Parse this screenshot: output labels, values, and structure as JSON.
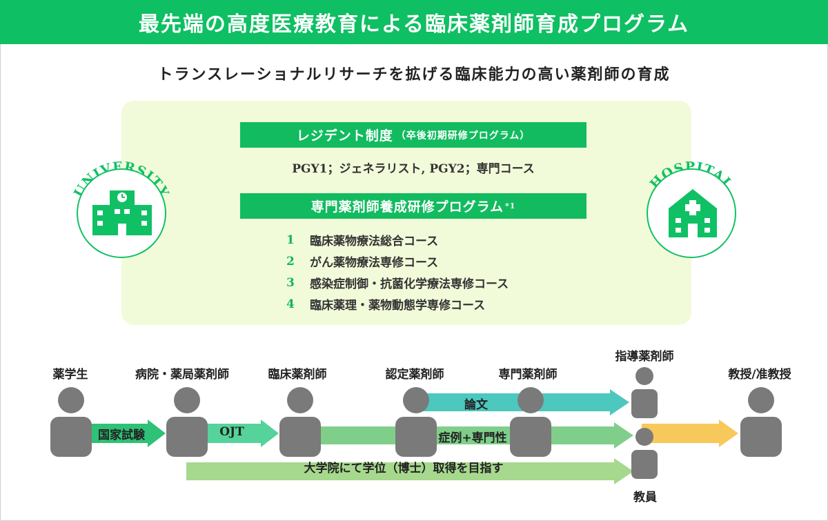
{
  "header": {
    "title": "最先端の高度医療教育による臨床薬剤師育成プログラム",
    "subtitle": "トランスレーショナルリサーチを拡げる臨床能力の高い薬剤師の育成"
  },
  "colors": {
    "brand_green": "#0fbf63",
    "panel_bg": "#f2fbd9",
    "person_gray": "#7a7a7a",
    "arrow_green": "#7fcf8a",
    "arrow_teal": "#4cc8bf",
    "arrow_mint": "#55d39a",
    "arrow_light_green": "#a6d98d",
    "arrow_yellow": "#f7c85a"
  },
  "resident": {
    "label": "レジデント制度",
    "label_note": "（卒後初期研修プログラム）",
    "text": "PGY1；ジェネラリスト, PGY2；専門コース"
  },
  "program": {
    "label": "専門薬剤師養成研修プログラム",
    "footnote": "*1",
    "courses": [
      {
        "num": "1",
        "name": "臨床薬物療法総合コース"
      },
      {
        "num": "2",
        "name": "がん薬物療法専修コース"
      },
      {
        "num": "3",
        "name": "感染症制御・抗菌化学療法専修コース"
      },
      {
        "num": "4",
        "name": "臨床薬理・薬物動態学専修コース"
      }
    ]
  },
  "university": {
    "label": "UNIVERSITY",
    "icon": "university-building-icon"
  },
  "hospital": {
    "label": "HOSPITAL",
    "icon": "hospital-building-icon"
  },
  "roles": {
    "student": "薬学生",
    "hospital_pharmacist": "病院・薬局薬剤師",
    "clinical_pharmacist": "臨床薬剤師",
    "certified_pharmacist": "認定薬剤師",
    "specialist_pharmacist": "専門薬剤師",
    "instructor_pharmacist": "指導薬剤師",
    "faculty": "教員",
    "professor": "教授/准教授"
  },
  "arrows": {
    "exam": "国家試験",
    "ojt": "OJT",
    "thesis": "論文",
    "cases": "症例+専門性",
    "phd": "大学院にて学位（博士）取得を目指す"
  }
}
